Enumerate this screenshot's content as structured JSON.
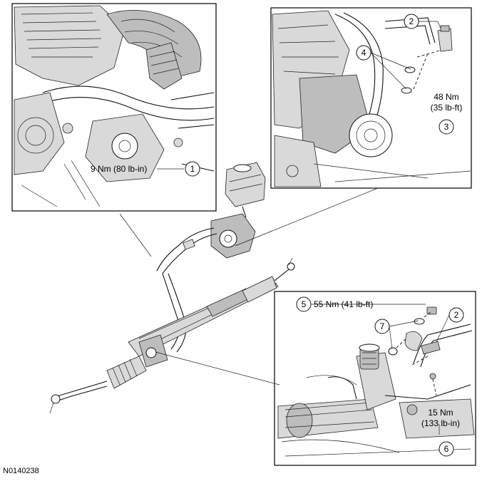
{
  "figure_id": "N0140238",
  "callouts": {
    "c1": "1",
    "c2a": "2",
    "c3": "3",
    "c4": "4",
    "c5": "5",
    "c2b": "2",
    "c6": "6",
    "c7": "7"
  },
  "torques": {
    "t1": "9 Nm (80 lb-in)",
    "t3_metric": "48 Nm",
    "t3_imperial": "(35 lb-ft)",
    "t5": "55 Nm (41 lb-ft)",
    "t6_metric": "15 Nm",
    "t6_imperial": "(133 lb-in)"
  }
}
